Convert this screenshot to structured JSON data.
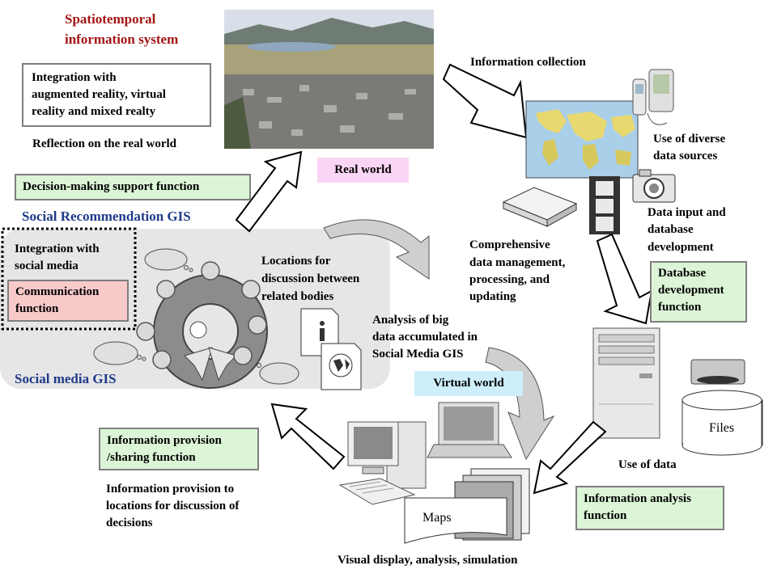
{
  "title": "Spatiotemporal information system",
  "title_line1": "Spatiotemporal",
  "title_line2": "information  system",
  "integration_ar": [
    "Integration with",
    "augmented reality, virtual",
    "reality and mixed realty"
  ],
  "reflection": "Reflection on the real world",
  "real_world": "Real world",
  "decision_support": "Decision-making support function",
  "social_reco_gis": "Social Recommendation GIS",
  "integration_sm": [
    "Integration with",
    "social media"
  ],
  "communication": [
    "Communication",
    "function"
  ],
  "locations_discussion": [
    "Locations for",
    "discussion between",
    "related bodies"
  ],
  "social_media_gis": "Social media GIS",
  "info_collection": "Information collection",
  "diverse_sources": [
    "Use of diverse",
    "data sources"
  ],
  "data_input": [
    "Data input  and",
    "database",
    "development"
  ],
  "comprehensive": [
    "Comprehensive",
    "data management,",
    "processing, and",
    "updating"
  ],
  "db_dev_function": [
    "Database",
    "development",
    "function"
  ],
  "big_data": [
    "Analysis of big",
    "data",
    "accumulated in",
    "Social Media GIS"
  ],
  "virtual_world": "Virtual world",
  "files": "Files",
  "use_of_data": "Use of data",
  "info_analysis": [
    "Information analysis",
    "function"
  ],
  "info_provision_sharing": [
    "Information provision",
    "/sharing function"
  ],
  "info_provision_to": [
    "Information provision to",
    "locations for discussion of",
    "decisions"
  ],
  "maps": "Maps",
  "visual_display": "Visual display, analysis, simulation",
  "colors": {
    "green_box": "#dcf5d6",
    "pink_box": "#f8c9c9",
    "blue_box": "#cdeefa",
    "title_red": "#a31515",
    "gis_blue": "#1f3a8a",
    "panel_gray": "#e6e6e6"
  }
}
